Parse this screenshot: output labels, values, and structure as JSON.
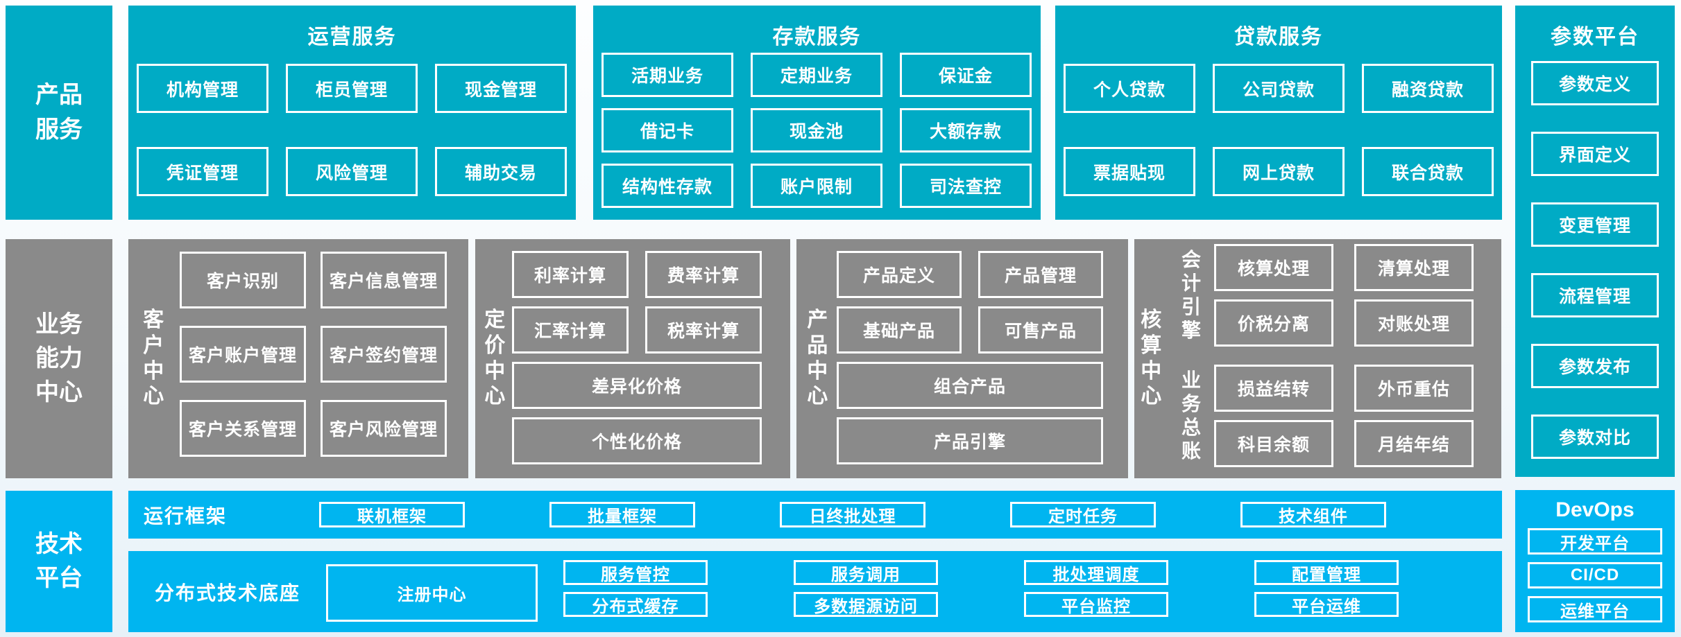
{
  "colors": {
    "teal": "#00abc5",
    "gray": "#8a8a8a",
    "blue": "#00b5f0",
    "white": "#ffffff"
  },
  "left_rail": {
    "product": "产品服务",
    "business": "业务能力中心",
    "tech": "技术平台"
  },
  "top_row": {
    "operations": {
      "title": "运营服务",
      "boxes": [
        "机构管理",
        "柜员管理",
        "现金管理",
        "凭证管理",
        "风险管理",
        "辅助交易"
      ]
    },
    "deposit": {
      "title": "存款服务",
      "boxes": [
        "活期业务",
        "定期业务",
        "保证金",
        "借记卡",
        "现金池",
        "大额存款",
        "结构性存款",
        "账户限制",
        "司法查控"
      ]
    },
    "loan": {
      "title": "贷款服务",
      "boxes": [
        "个人贷款",
        "公司贷款",
        "融资贷款",
        "票据贴现",
        "网上贷款",
        "联合贷款"
      ]
    }
  },
  "param_platform": {
    "title": "参数平台",
    "boxes": [
      "参数定义",
      "界面定义",
      "变更管理",
      "流程管理",
      "参数发布",
      "参数对比"
    ]
  },
  "capability_row": {
    "customer": {
      "label": "客户中心",
      "boxes": [
        "客户识别",
        "客户信息管理",
        "客户账户管理",
        "客户签约管理",
        "客户关系管理",
        "客户风险管理"
      ]
    },
    "pricing": {
      "label": "定价中心",
      "boxes": [
        "利率计算",
        "费率计算",
        "汇率计算",
        "税率计算"
      ],
      "bars": [
        "差异化价格",
        "个性化价格"
      ]
    },
    "product": {
      "label": "产品中心",
      "boxes": [
        "产品定义",
        "产品管理",
        "基础产品",
        "可售产品"
      ],
      "bars": [
        "组合产品",
        "产品引擎"
      ]
    },
    "accounting": {
      "label": "核算中心",
      "groups": [
        {
          "label": "会计引擎",
          "boxes": [
            "核算处理",
            "清算处理",
            "价税分离",
            "对账处理"
          ]
        },
        {
          "label": "业务总账",
          "boxes": [
            "损益结转",
            "外币重估",
            "科目余额",
            "月结年结"
          ]
        }
      ]
    }
  },
  "tech_row": {
    "runtime": {
      "label": "运行框架",
      "boxes": [
        "联机框架",
        "批量框架",
        "日终批处理",
        "定时任务",
        "技术组件"
      ]
    },
    "distributed": {
      "label": "分布式技术底座",
      "registry": "注册中心",
      "row1": [
        "服务管控",
        "服务调用",
        "批处理调度",
        "配置管理"
      ],
      "row2": [
        "分布式缓存",
        "多数据源访问",
        "平台监控",
        "平台运维"
      ]
    },
    "devops": {
      "title": "DevOps",
      "boxes": [
        "开发平台",
        "CI/CD",
        "运维平台"
      ]
    }
  }
}
